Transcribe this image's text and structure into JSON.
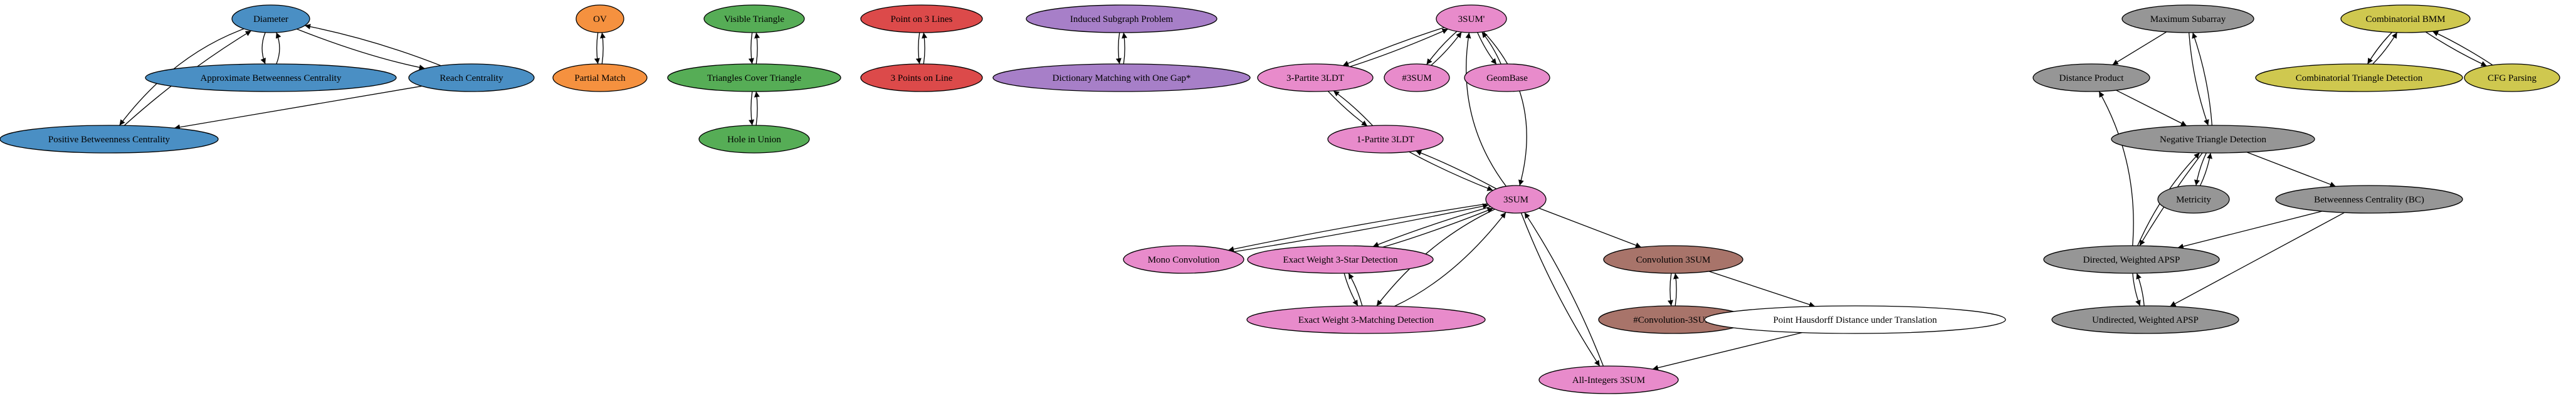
{
  "colors": {
    "blue": "#4a8fc4",
    "orange": "#f5913f",
    "green": "#56ad56",
    "red": "#dc4a4a",
    "purple": "#a77fc8",
    "pink": "#e88bcb",
    "brown": "#a8746a",
    "gray": "#969696",
    "olive": "#cfc84f",
    "white": "#ffffff"
  },
  "nodes": [
    {
      "id": "diameter",
      "label": "Diameter",
      "group": "blue"
    },
    {
      "id": "abc",
      "label": "Approximate Betweenness Centrality",
      "group": "blue"
    },
    {
      "id": "reach",
      "label": "Reach Centrality",
      "group": "blue"
    },
    {
      "id": "pbc",
      "label": "Positive Betweenness Centrality",
      "group": "blue"
    },
    {
      "id": "ov",
      "label": "OV",
      "group": "orange"
    },
    {
      "id": "partial",
      "label": "Partial Match",
      "group": "orange"
    },
    {
      "id": "vistri",
      "label": "Visible Triangle",
      "group": "green"
    },
    {
      "id": "tricover",
      "label": "Triangles Cover Triangle",
      "group": "green"
    },
    {
      "id": "hole",
      "label": "Hole in Union",
      "group": "green"
    },
    {
      "id": "pt3",
      "label": "Point on 3 Lines",
      "group": "red"
    },
    {
      "id": "pts3",
      "label": "3 Points on Line",
      "group": "red"
    },
    {
      "id": "isp",
      "label": "Induced Subgraph Problem",
      "group": "purple"
    },
    {
      "id": "dict",
      "label": "Dictionary Matching with One Gap*",
      "group": "purple"
    },
    {
      "id": "sum3p",
      "label": "3SUM'",
      "group": "pink"
    },
    {
      "id": "ldt3",
      "label": "3-Partite 3LDT",
      "group": "pink"
    },
    {
      "id": "hsum",
      "label": "#3SUM",
      "group": "pink"
    },
    {
      "id": "geom",
      "label": "GeomBase",
      "group": "pink"
    },
    {
      "id": "ldt1",
      "label": "1-Partite 3LDT",
      "group": "pink"
    },
    {
      "id": "sum3",
      "label": "3SUM",
      "group": "pink"
    },
    {
      "id": "mono",
      "label": "Mono Convolution",
      "group": "pink"
    },
    {
      "id": "star",
      "label": "Exact Weight 3-Star Detection",
      "group": "pink"
    },
    {
      "id": "match",
      "label": "Exact Weight 3-Matching Detection",
      "group": "pink"
    },
    {
      "id": "allint",
      "label": "All-Integers 3SUM",
      "group": "pink"
    },
    {
      "id": "conv",
      "label": "Convolution 3SUM",
      "group": "brown"
    },
    {
      "id": "hconv",
      "label": "#Convolution-3SUM",
      "group": "brown"
    },
    {
      "id": "hausdorff",
      "label": "Point Hausdorff Distance under Translation",
      "group": "white"
    },
    {
      "id": "maxsub",
      "label": "Maximum Subarray",
      "group": "gray"
    },
    {
      "id": "distprod",
      "label": "Distance Product",
      "group": "gray"
    },
    {
      "id": "negtri",
      "label": "Negative Triangle Detection",
      "group": "gray"
    },
    {
      "id": "metric",
      "label": "Metricity",
      "group": "gray"
    },
    {
      "id": "bc",
      "label": "Betweenness Centrality (BC)",
      "group": "gray"
    },
    {
      "id": "dirapsp",
      "label": "Directed, Weighted APSP",
      "group": "gray"
    },
    {
      "id": "undapsp",
      "label": "Undirected, Weighted APSP",
      "group": "gray"
    },
    {
      "id": "cbmm",
      "label": "Combinatorial BMM",
      "group": "olive"
    },
    {
      "id": "ctd",
      "label": "Combinatorial Triangle Detection",
      "group": "olive"
    },
    {
      "id": "cfg",
      "label": "CFG Parsing",
      "group": "olive"
    }
  ],
  "edges": [
    {
      "from": "diameter",
      "to": "abc"
    },
    {
      "from": "abc",
      "to": "diameter"
    },
    {
      "from": "diameter",
      "to": "reach"
    },
    {
      "from": "reach",
      "to": "diameter"
    },
    {
      "from": "diameter",
      "to": "pbc"
    },
    {
      "from": "pbc",
      "to": "diameter"
    },
    {
      "from": "reach",
      "to": "pbc"
    },
    {
      "from": "ov",
      "to": "partial"
    },
    {
      "from": "partial",
      "to": "ov"
    },
    {
      "from": "vistri",
      "to": "tricover"
    },
    {
      "from": "tricover",
      "to": "vistri"
    },
    {
      "from": "tricover",
      "to": "hole"
    },
    {
      "from": "hole",
      "to": "tricover"
    },
    {
      "from": "pt3",
      "to": "pts3"
    },
    {
      "from": "pts3",
      "to": "pt3"
    },
    {
      "from": "isp",
      "to": "dict"
    },
    {
      "from": "dict",
      "to": "isp"
    },
    {
      "from": "sum3p",
      "to": "ldt3"
    },
    {
      "from": "ldt3",
      "to": "sum3p"
    },
    {
      "from": "sum3p",
      "to": "hsum"
    },
    {
      "from": "hsum",
      "to": "sum3p"
    },
    {
      "from": "sum3p",
      "to": "geom"
    },
    {
      "from": "geom",
      "to": "sum3p"
    },
    {
      "from": "sum3p",
      "to": "sum3"
    },
    {
      "from": "sum3",
      "to": "sum3p"
    },
    {
      "from": "ldt3",
      "to": "ldt1"
    },
    {
      "from": "ldt1",
      "to": "ldt3"
    },
    {
      "from": "ldt1",
      "to": "sum3"
    },
    {
      "from": "sum3",
      "to": "ldt1"
    },
    {
      "from": "sum3",
      "to": "mono"
    },
    {
      "from": "mono",
      "to": "sum3"
    },
    {
      "from": "sum3",
      "to": "star"
    },
    {
      "from": "star",
      "to": "sum3"
    },
    {
      "from": "sum3",
      "to": "match"
    },
    {
      "from": "match",
      "to": "sum3"
    },
    {
      "from": "star",
      "to": "match"
    },
    {
      "from": "match",
      "to": "star"
    },
    {
      "from": "sum3",
      "to": "allint"
    },
    {
      "from": "allint",
      "to": "sum3"
    },
    {
      "from": "sum3",
      "to": "conv"
    },
    {
      "from": "conv",
      "to": "hconv"
    },
    {
      "from": "hconv",
      "to": "conv"
    },
    {
      "from": "conv",
      "to": "hausdorff"
    },
    {
      "from": "hausdorff",
      "to": "allint"
    },
    {
      "from": "maxsub",
      "to": "distprod"
    },
    {
      "from": "maxsub",
      "to": "negtri"
    },
    {
      "from": "negtri",
      "to": "maxsub"
    },
    {
      "from": "distprod",
      "to": "negtri"
    },
    {
      "from": "negtri",
      "to": "metric"
    },
    {
      "from": "metric",
      "to": "negtri"
    },
    {
      "from": "negtri",
      "to": "bc"
    },
    {
      "from": "negtri",
      "to": "dirapsp"
    },
    {
      "from": "dirapsp",
      "to": "negtri"
    },
    {
      "from": "dirapsp",
      "to": "distprod"
    },
    {
      "from": "bc",
      "to": "dirapsp"
    },
    {
      "from": "bc",
      "to": "undapsp"
    },
    {
      "from": "dirapsp",
      "to": "undapsp"
    },
    {
      "from": "undapsp",
      "to": "dirapsp"
    },
    {
      "from": "cbmm",
      "to": "ctd"
    },
    {
      "from": "ctd",
      "to": "cbmm"
    },
    {
      "from": "cbmm",
      "to": "cfg"
    },
    {
      "from": "cfg",
      "to": "cbmm"
    }
  ]
}
